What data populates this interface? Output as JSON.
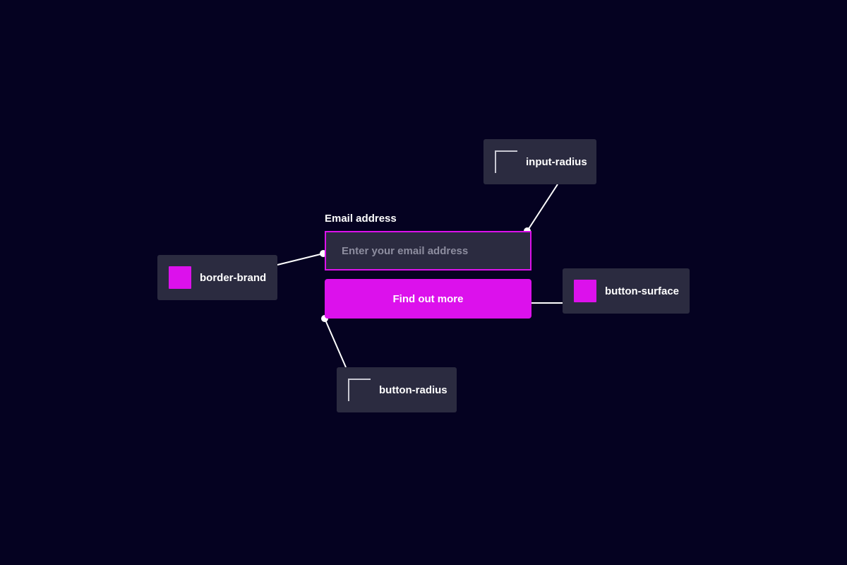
{
  "form": {
    "label": "Email address",
    "input_placeholder": "Enter your email address",
    "input_value": "",
    "button_label": "Find out more"
  },
  "tokens": {
    "border_brand": {
      "name": "border-brand",
      "color": "#dc11ec"
    },
    "input_radius": {
      "name": "input-radius",
      "icon": "corner-radius-icon"
    },
    "button_surface": {
      "name": "button-surface",
      "color": "#dc11ec"
    },
    "button_radius": {
      "name": "button-radius",
      "icon": "corner-radius-icon"
    }
  },
  "colors": {
    "background": "#050221",
    "surface": "#2b2b40",
    "brand": "#dc11ec",
    "text": "#ffffff",
    "placeholder": "#8d8d9f"
  }
}
